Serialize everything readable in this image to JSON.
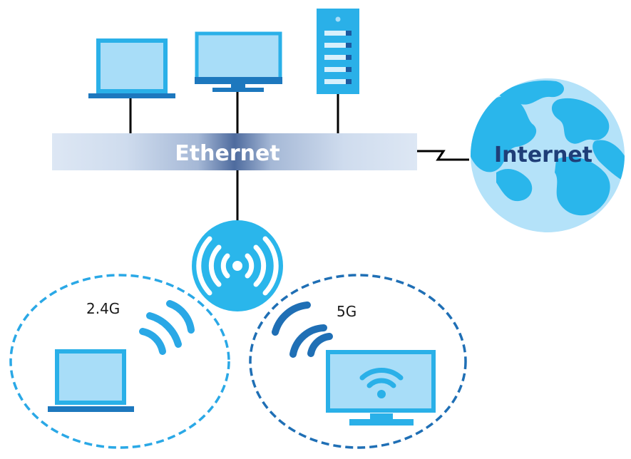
{
  "diagram": {
    "bus_label": "Ethernet",
    "internet_label": "Internet",
    "band_24_label": "2.4G",
    "band_5_label": "5G"
  },
  "colors": {
    "device_fill": "#a8ddf8",
    "device_stroke": "#2ab0e8",
    "device_dark": "#1d78be",
    "bus_light": "#d6e2f2",
    "bus_dark": "#4e6b9e",
    "globe_ocean": "#b4e2f9",
    "globe_land": "#2ab6eb",
    "band_24_stroke": "#2aa8e6",
    "band_5_stroke": "#1f6fb5"
  },
  "icons": [
    "laptop-icon",
    "desktop-monitor-icon",
    "server-icon",
    "globe-icon",
    "access-point-icon",
    "wifi-waves-icon",
    "monitor-wifi-icon"
  ]
}
